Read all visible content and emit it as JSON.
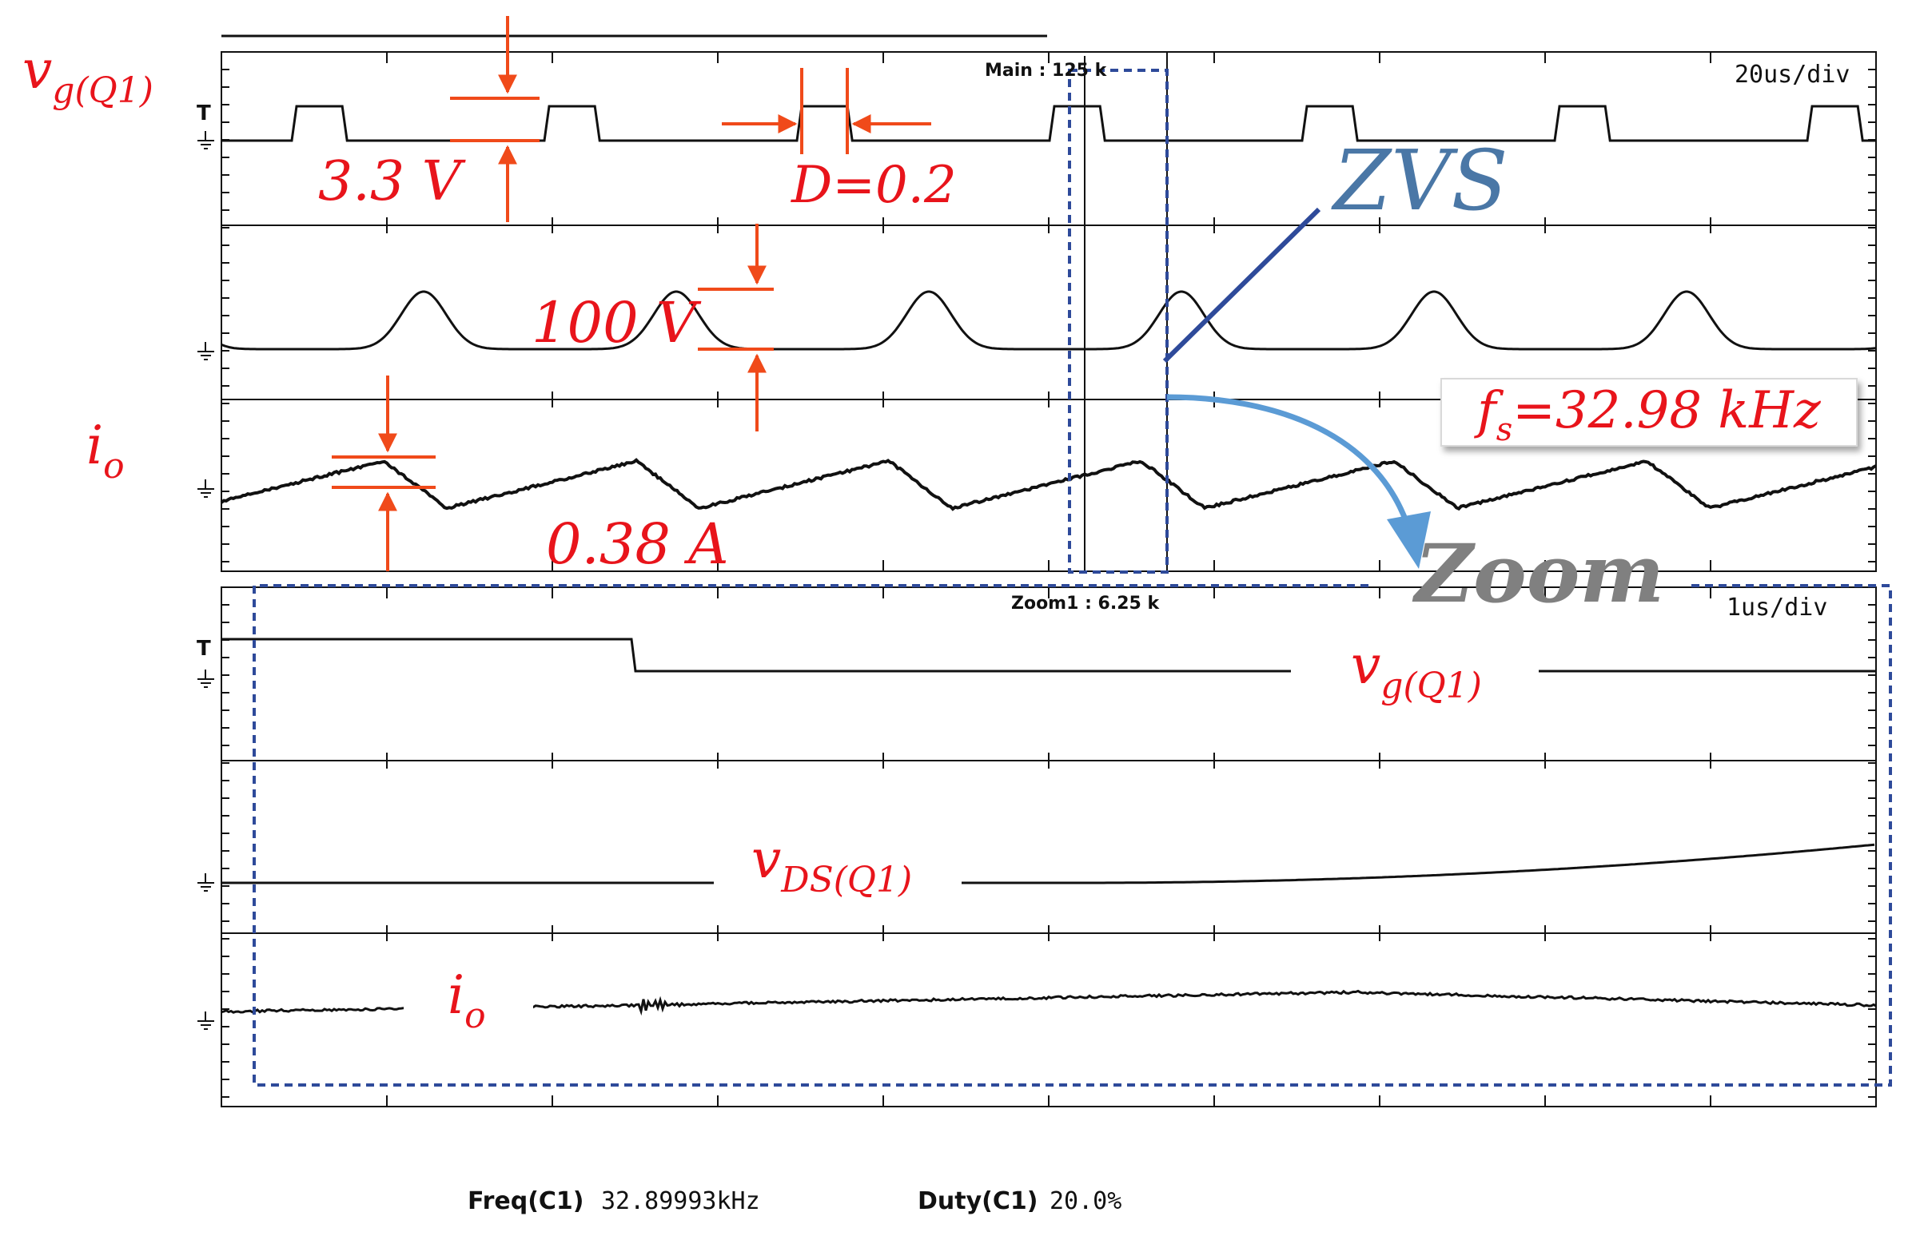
{
  "chart_data": [
    {
      "type": "line",
      "panel": "main",
      "settings_label": "Main : 125 k",
      "timebase_label": "20us/div",
      "series": [
        {
          "name": "v_g(Q1)",
          "kind": "gate pulse",
          "duty": 0.2,
          "amplitude": "3.3 V"
        },
        {
          "name": "v_DS(Q1)",
          "kind": "resonant hump",
          "amplitude": "100 V"
        },
        {
          "name": "i_o",
          "kind": "triangular ripple",
          "amplitude": "0.38 A"
        }
      ],
      "annotations": {
        "vg_label": {
          "main": "v",
          "sub": "g(Q1)"
        },
        "io_label": {
          "main": "i",
          "sub": "o"
        },
        "vg_amp": "3.3 V",
        "duty": "D=0.2",
        "vds_amp": "100 V",
        "io_amp": "0.38 A",
        "zvs": "ZVS",
        "fs_main": "f",
        "fs_sub": "s",
        "fs_value": "=32.98 kHz",
        "zoom": "Zoom"
      }
    },
    {
      "type": "line",
      "panel": "zoom",
      "settings_label": "Zoom1 : 6.25 k",
      "timebase_label": "1us/div",
      "series": [
        {
          "name": "v_g(Q1)",
          "kind": "falling edge"
        },
        {
          "name": "v_DS(Q1)",
          "kind": "slow rise"
        },
        {
          "name": "i_o",
          "kind": "flat with ringing"
        }
      ],
      "annotations": {
        "vg_label": {
          "main": "v",
          "sub": "g(Q1)"
        },
        "vds_label": {
          "main": "v",
          "sub": "DS(Q1)"
        },
        "io_label": {
          "main": "i",
          "sub": "o"
        }
      }
    }
  ],
  "measurements": {
    "freq_label": "Freq(C1)",
    "freq_value": "32.89993kHz",
    "duty_label": "Duty(C1)",
    "duty_value": "20.0%"
  },
  "colors": {
    "annotation": "#e8141b",
    "trace": "#111111",
    "zvs": "#4a77a6",
    "zoom_box": "#2e4a9a",
    "zoom_arrow": "#5b9bd5",
    "zoom_text": "#808080"
  }
}
